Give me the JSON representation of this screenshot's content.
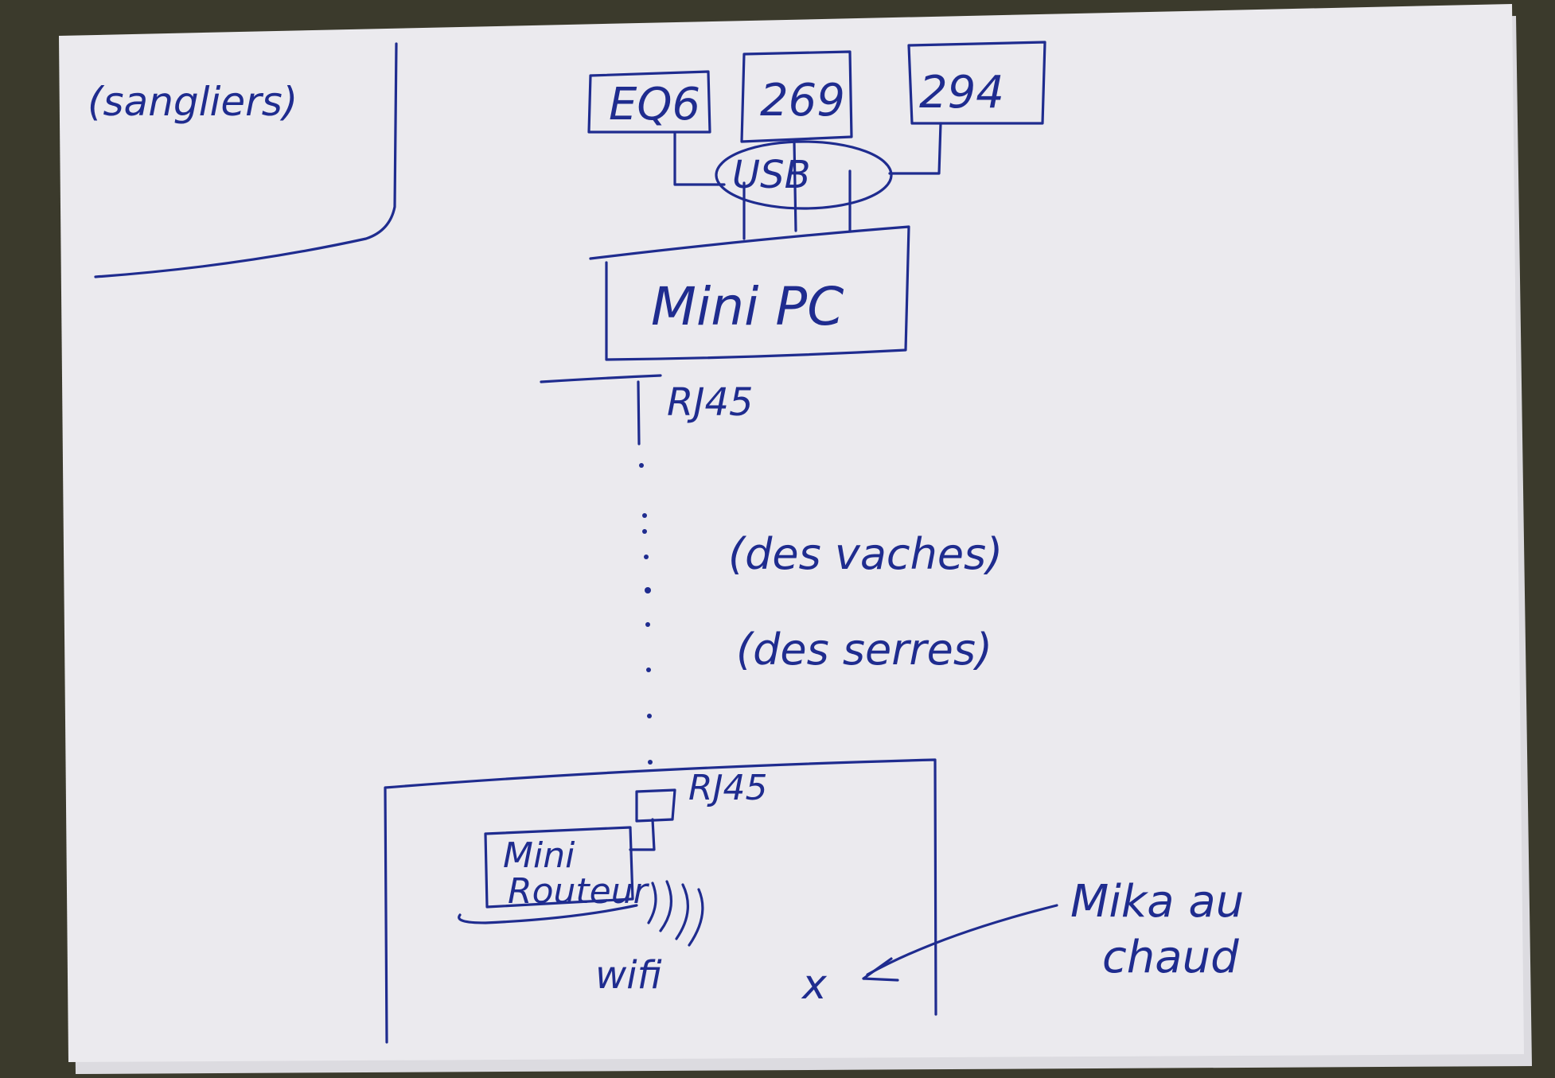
{
  "background_color": "#3b3a2c",
  "paper_color": "#ebeaee",
  "ink_color": "#1f2c8f",
  "labels": {
    "wild_boars": "(sangliers)",
    "eq6": "EQ6",
    "n269": "269",
    "n294": "294",
    "usb": "USB",
    "mini_pc": "Mini PC",
    "rj45_top": "RJ45",
    "cows": "(des vaches)",
    "greenhouses": "(des serres)",
    "rj45_bottom": "RJ45",
    "mini_router_line1": "Mini",
    "mini_router_line2": "Routeur",
    "wifi": "wifi",
    "mika_line1": "Mika au",
    "mika_line2": "chaud",
    "mika_marker": "x"
  }
}
